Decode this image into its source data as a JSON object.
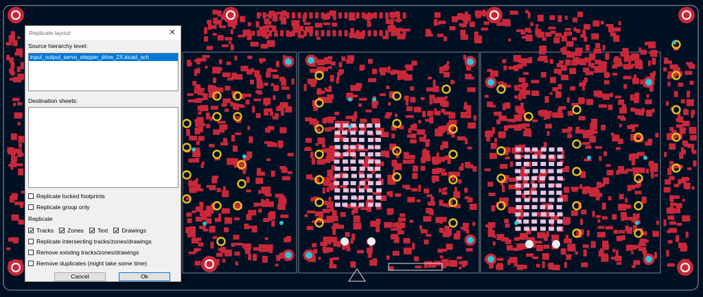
{
  "dialog": {
    "title": "Replicate layout",
    "source_label": "Source hierarchy level:",
    "source_items": [
      "input_output_servo_stepper_drive_2X.kicad_sch"
    ],
    "dest_label": "Destination sheets:",
    "opt_locked": "Replicate locked footprints",
    "opt_group": "Replicate group only",
    "replicate_label": "Replicate",
    "cb_tracks": "Tracks",
    "cb_zones": "Zones",
    "cb_text": "Text",
    "cb_drawings": "Drawings",
    "opt_intersecting": "Replicate intersecting tracks/zones/drawings",
    "opt_remove_existing": "Remove existing tracks/zones/drawings",
    "opt_remove_duplicates": "Remove duplicates (might take some time)",
    "cancel": "Cancel",
    "ok": "Ok"
  },
  "colors": {
    "board_bg": "#001023",
    "pad_red": "#c8283a",
    "via_yellow": "#e8c21a",
    "hole_cyan": "#2ec4d6",
    "silk_white": "#e6e6e6",
    "outline_gray": "#9aa0a6"
  }
}
